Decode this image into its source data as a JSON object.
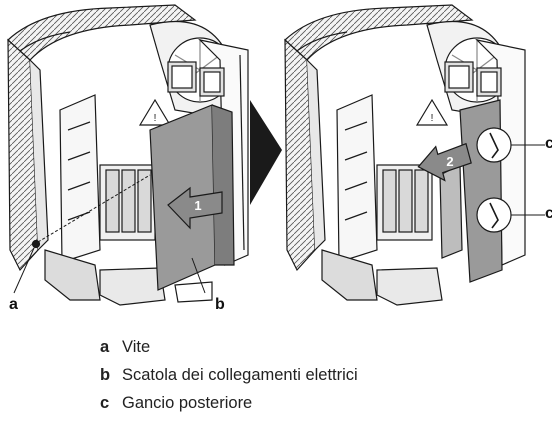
{
  "callouts": {
    "a": "a",
    "b": "b",
    "c_top": "c",
    "c_bottom": "c"
  },
  "steps": {
    "step1": "1",
    "step2": "2"
  },
  "legend": [
    {
      "key": "a",
      "text": "Vite"
    },
    {
      "key": "b",
      "text": "Scatola dei collegamenti elettrici"
    },
    {
      "key": "c",
      "text": "Gancio posteriore"
    }
  ],
  "colors": {
    "line": "#1a1a1a",
    "panel": "#9a9a9a",
    "shade": "#c8c8c8",
    "dark": "#333333",
    "arrow_fill": "#8a8a8a"
  }
}
